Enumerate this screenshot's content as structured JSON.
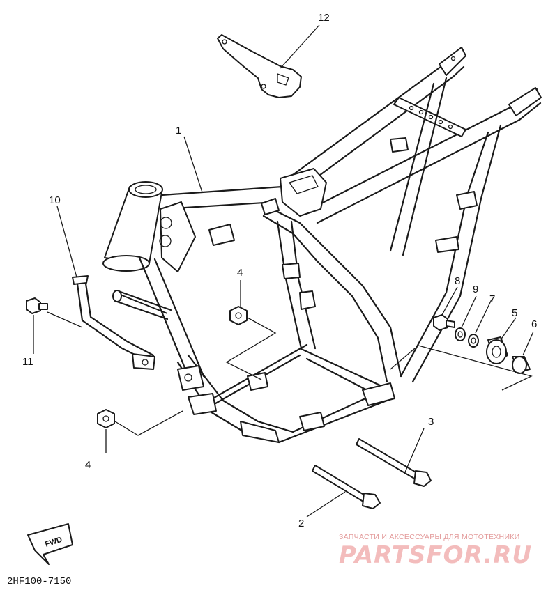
{
  "callouts": [
    {
      "label": "1"
    },
    {
      "label": "2"
    },
    {
      "label": "3"
    },
    {
      "label": "4"
    },
    {
      "label": "4"
    },
    {
      "label": "5"
    },
    {
      "label": "6"
    },
    {
      "label": "7"
    },
    {
      "label": "8"
    },
    {
      "label": "9"
    },
    {
      "label": "10"
    },
    {
      "label": "11"
    },
    {
      "label": "12"
    }
  ],
  "diagram_code": "2HF100-7150",
  "fwd_label": "FWD",
  "watermark": {
    "caption": "ЗАПЧАСТИ И АКСЕССУАРЫ ДЛЯ МОТОТЕХНИКИ",
    "brand": "PARTSFOR.RU",
    "color": "#f3bcbc"
  }
}
